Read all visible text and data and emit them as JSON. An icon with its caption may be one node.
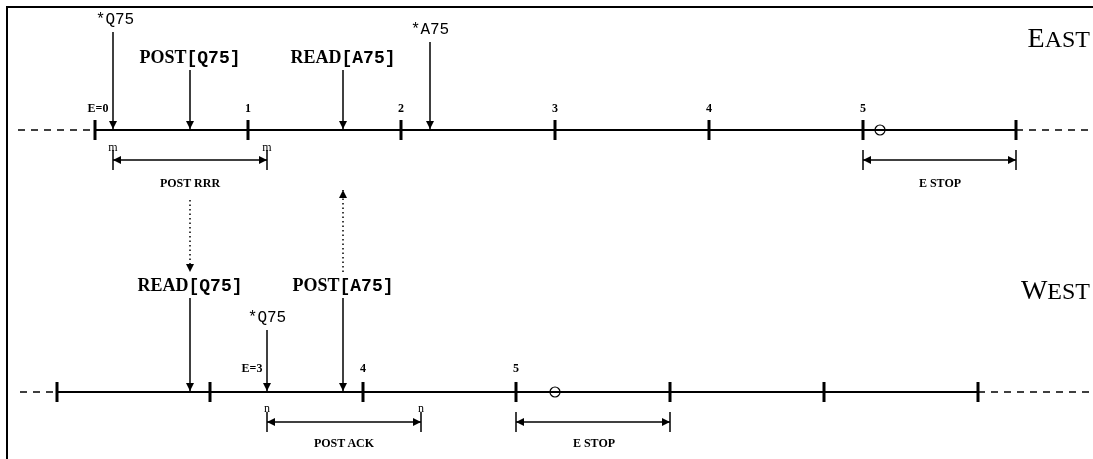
{
  "diagram": {
    "nodes": [
      {
        "text": [
          "*Q75"
        ]
      },
      {
        "text": [
          "POST[Q75]"
        ]
      },
      {
        "text": [
          "READ[A75]"
        ]
      },
      {
        "text": [
          "*A75"
        ]
      },
      {
        "text": [],
        "shape": "bar"
      },
      {
        "text": [
          "READ[Q75]"
        ]
      },
      {
        "text": [
          "POST[A75]"
        ]
      },
      {
        "text": [
          "*Q75"
        ]
      },
      {
        "text": [],
        "shape": "bar"
      }
    ],
    "edges": [
      {
        "from": 0,
        "to": 4,
        "arrow": "to"
      },
      {
        "from": 1,
        "to": 4,
        "arrow": "to"
      },
      {
        "from": 2,
        "to": 4,
        "arrow": "to"
      },
      {
        "from": 3,
        "to": 4,
        "arrow": "to"
      },
      {
        "from": null,
        "to": 5,
        "arrow": "to",
        "style": "dashed"
      },
      {
        "from": 6,
        "to": null,
        "arrow": "to",
        "style": "dashed"
      },
      {
        "from": 5,
        "to": 8,
        "arrow": "to"
      },
      {
        "from": 6,
        "to": 8,
        "arrow": "to"
      },
      {
        "from": 7,
        "to": 8,
        "arrow": "to"
      }
    ],
    "labels": [
      "EAST",
      "E=0",
      "1",
      "2",
      "3",
      "4",
      "5",
      "m",
      "m",
      "POST RRR",
      "E STOP",
      "WEST",
      "E=3",
      "4",
      "5",
      "n",
      "n",
      "POST ACK",
      "E STOP"
    ]
  }
}
